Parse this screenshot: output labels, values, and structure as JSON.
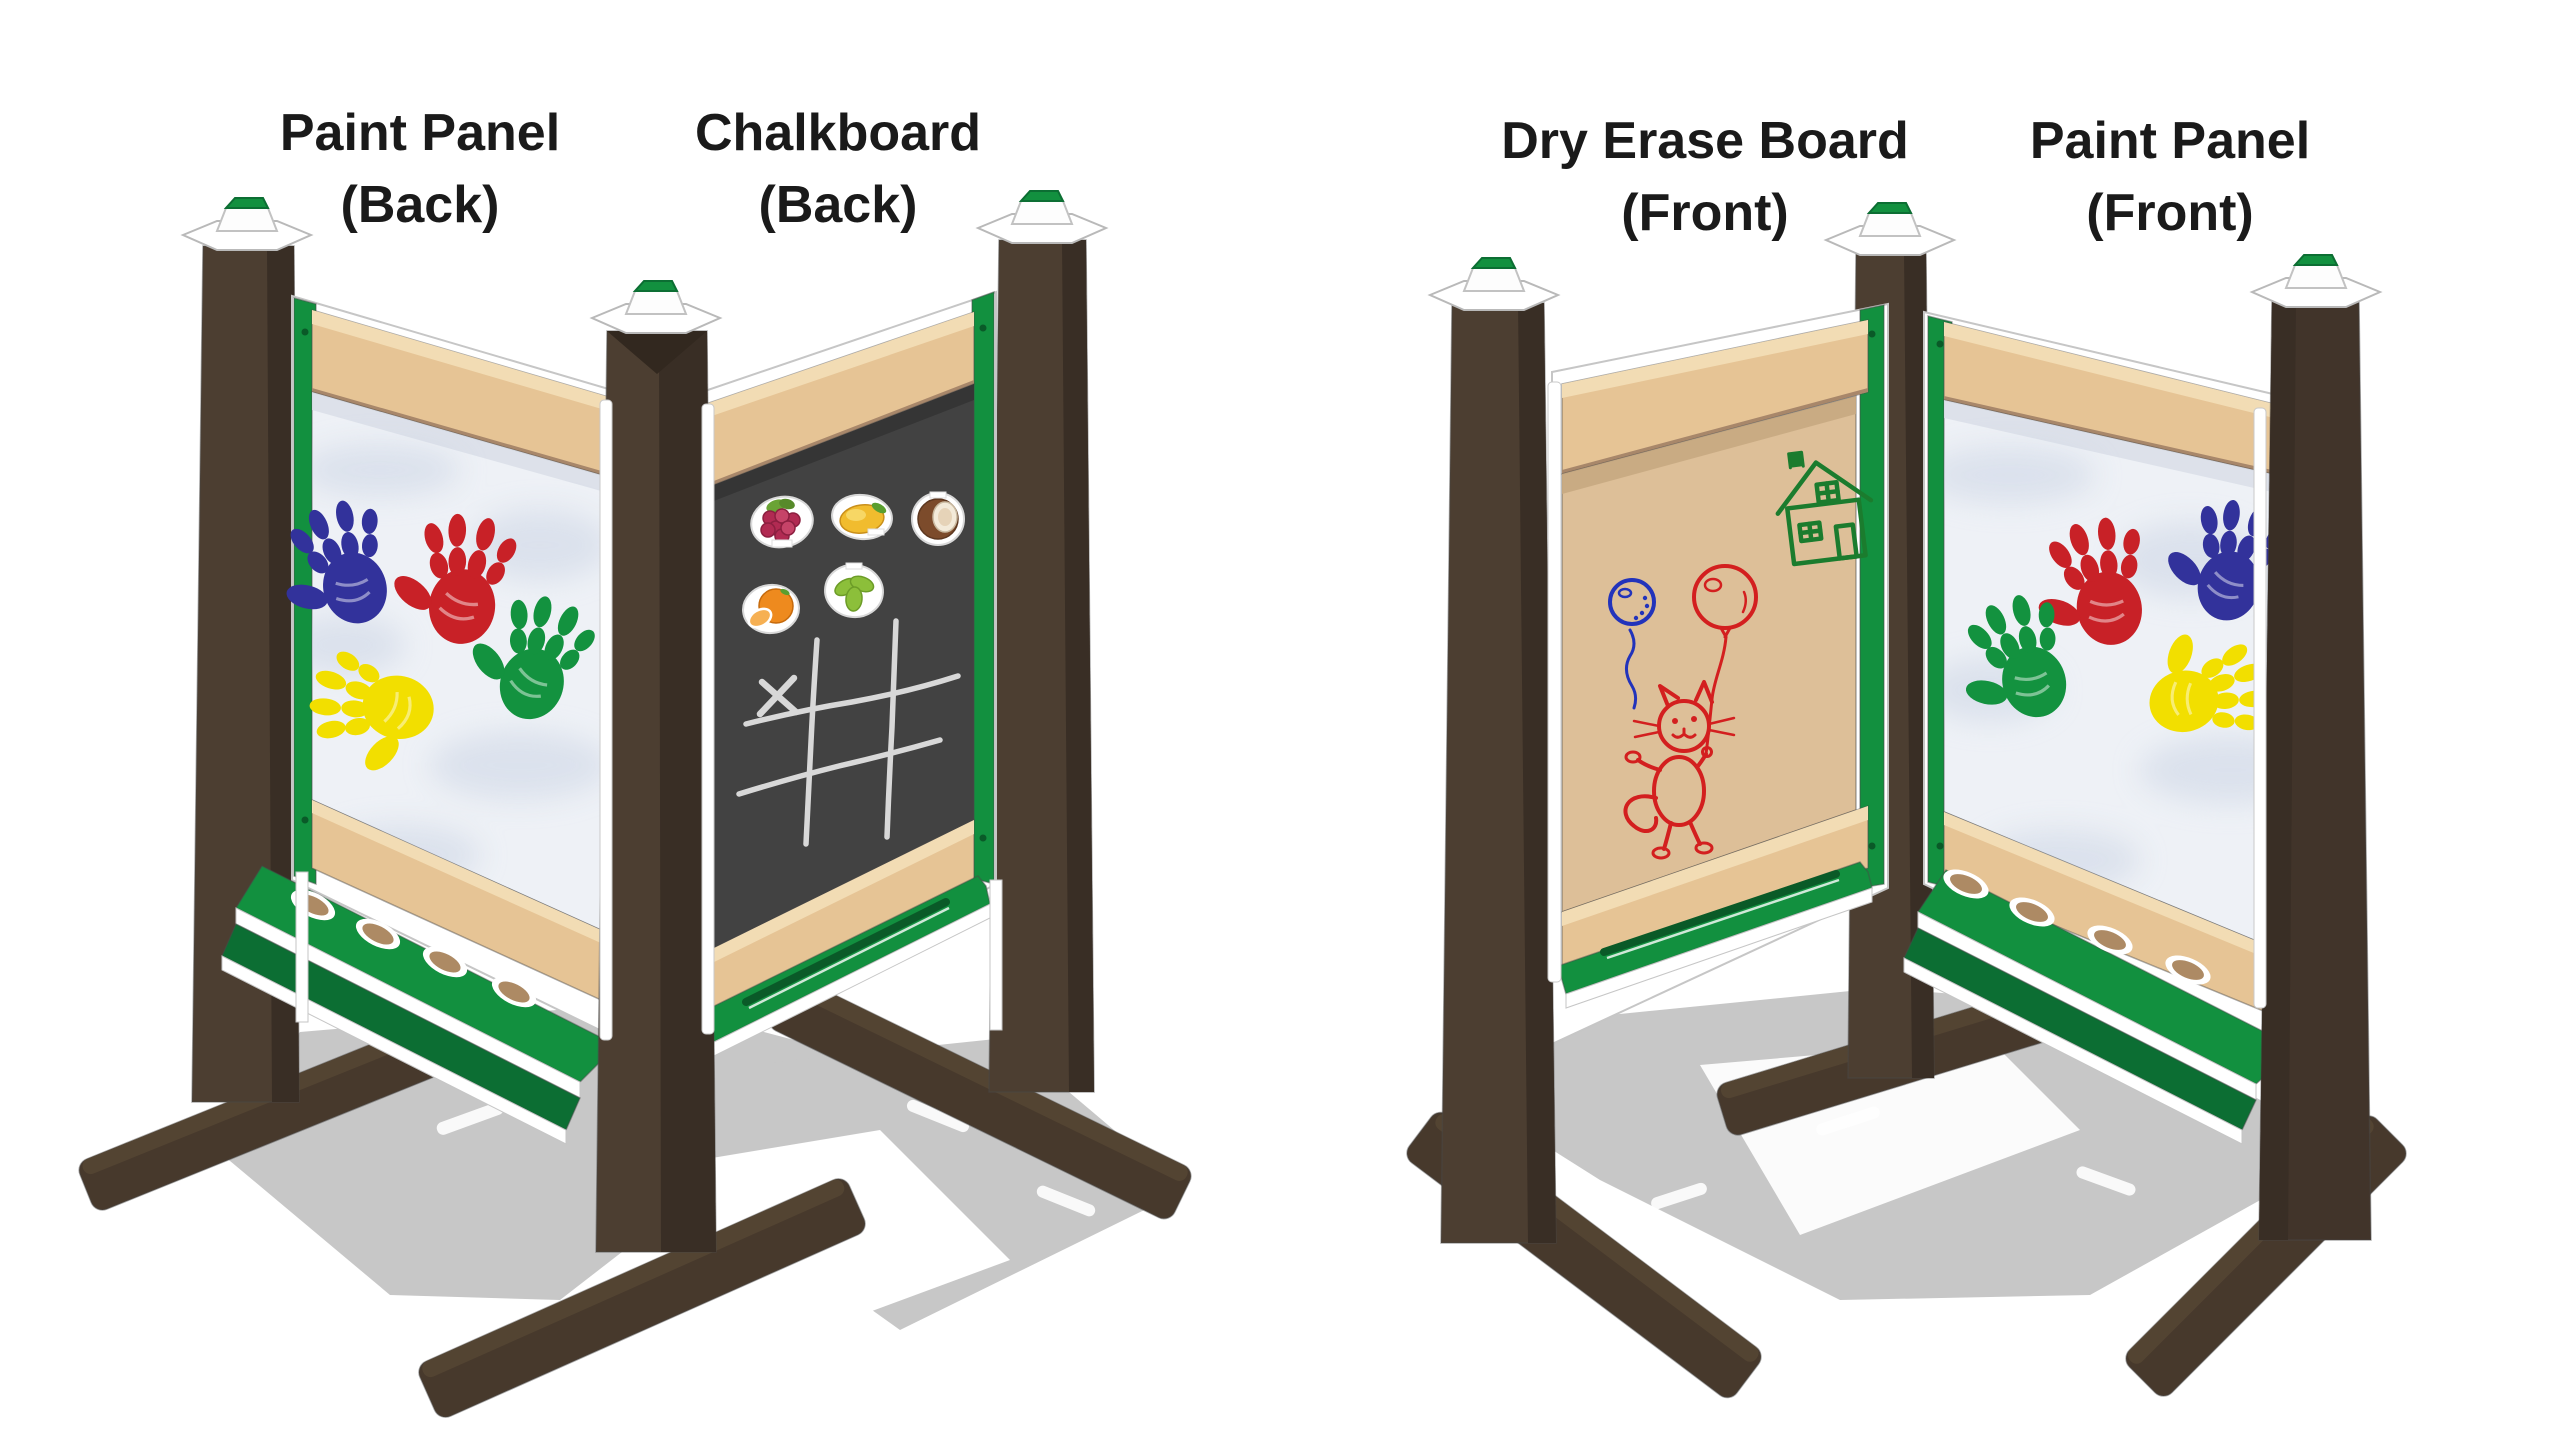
{
  "illustration": {
    "type": "product-rendering",
    "subject": "corner activity easel with four play panels, shown from back and front views"
  },
  "labels": {
    "paint_back": {
      "line1": "Paint Panel",
      "line2": "(Back)"
    },
    "chalkboard_back": {
      "line1": "Chalkboard",
      "line2": "(Back)"
    },
    "dry_erase_front": {
      "line1": "Dry Erase Board",
      "line2": "(Front)"
    },
    "paint_front": {
      "line1": "Paint Panel",
      "line2": "(Front)"
    }
  },
  "panel_art": {
    "paint_back": "four handprints: blue, red, green, yellow",
    "chalkboard_back": "food magnets (grapes, mango, coconut, orange, basil) and chalk tic-tac-toe grid with X",
    "dry_erase_front": "marker drawings: green house, blue balloon, red balloon, red cat holding balloon",
    "paint_front": "four handprints: red, blue, green, yellow"
  },
  "hardware": {
    "posts": "dark brown square posts with white cap plates and green pyramid cap tops",
    "feet": "diagonal brown ground feet",
    "trays": "green cup-holder tray with four holes (paint panels), green marker/chalk tray with slot (chalkboard and dry erase)"
  },
  "palette": {
    "post_brown": "#4c3e31",
    "post_brown_dark": "#392e25",
    "post_brown_shadowed": "#41342a",
    "foot_brown": "#47392c",
    "foot_brown_light": "#564734",
    "green": "#12903f",
    "green_dark": "#0c6e33",
    "green_deep": "#0a5a28",
    "tan": "#e6c495",
    "tan_light": "#f2dcb4",
    "tan_shade": "#c9ab83",
    "tan_edge": "#a8876a",
    "chalkboard": "#424242",
    "chalkboard_top": "#353535",
    "dry_surface": "#ddbf98",
    "dry_shade": "#c7a981",
    "paint_surface": "#eef1f6",
    "paint_shade": "#d9dee8",
    "cloud": "#ccd5e5",
    "frame_white": "#ffffff",
    "outline": "#4a4a4a",
    "shadow_gray": "#c7c7c7",
    "hand_blue": "#32329b",
    "hand_red": "#c82127",
    "hand_green": "#13923f",
    "hand_yellow": "#f2df00",
    "ink_blue": "#2233bb",
    "ink_red": "#d31f1f",
    "ink_green": "#1b7c2e",
    "chalk": "#e5e5e5",
    "label_text": "#1a1a1a",
    "hole_tan": "#ad8a64"
  }
}
